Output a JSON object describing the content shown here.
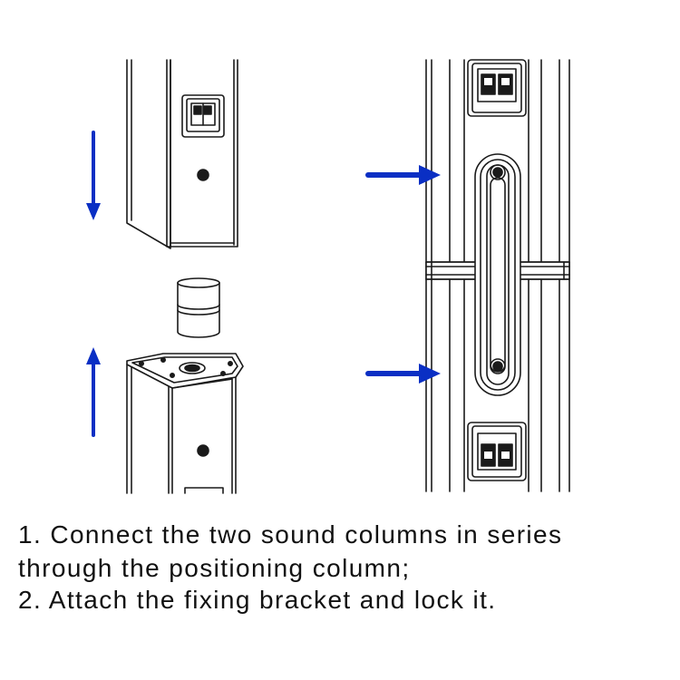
{
  "caption": {
    "line1": "1. Connect the two sound columns in series",
    "line2": "through the positioning column;",
    "line3": "2. Attach the fixing bracket and lock it."
  },
  "colors": {
    "arrow": "#0a2fc4",
    "line": "#1a1a1a",
    "background": "#ffffff"
  }
}
